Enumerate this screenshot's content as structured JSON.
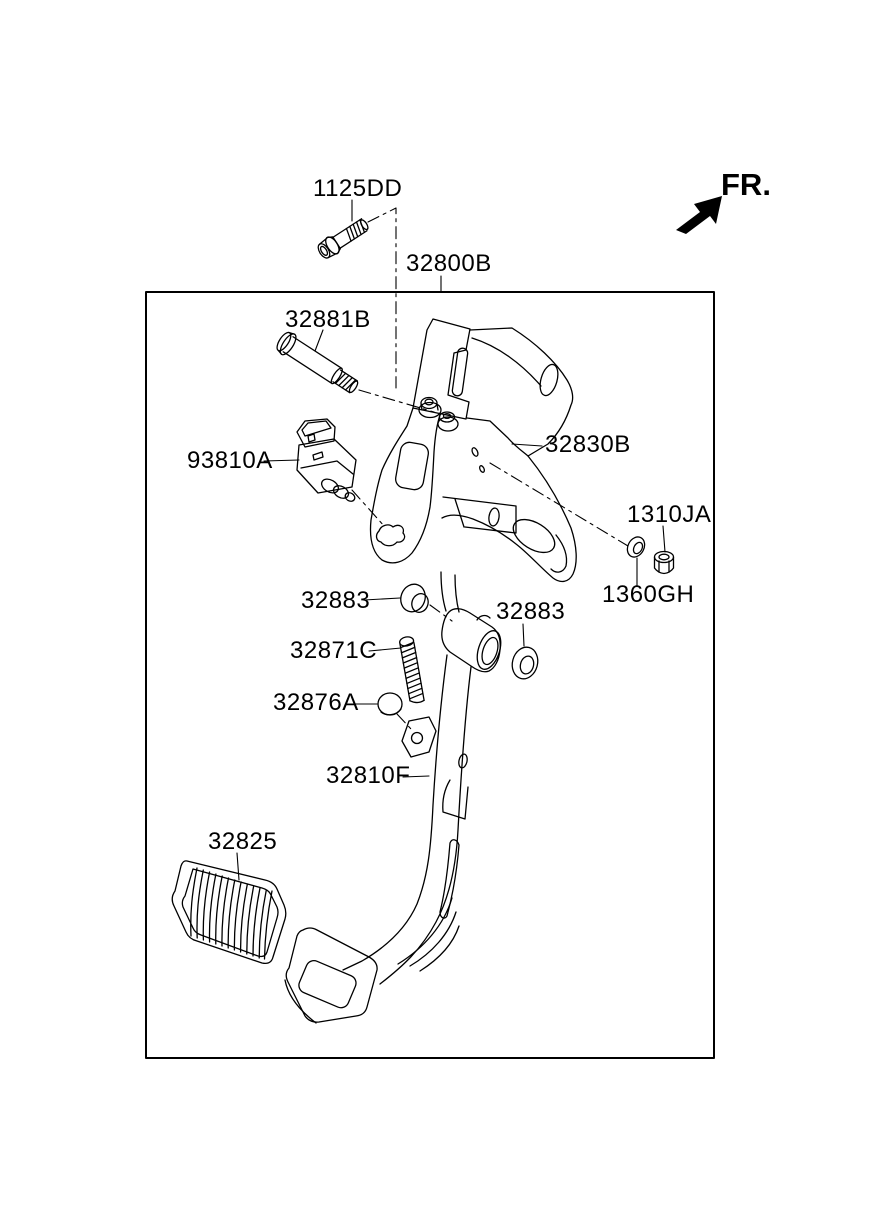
{
  "diagram": {
    "direction_label": "FR.",
    "colors": {
      "line": "#000000",
      "background": "#ffffff"
    },
    "callouts": {
      "bolt_top": "1125DD",
      "assembly": "32800B",
      "pivot_pin": "32881B",
      "switch": "93810A",
      "member_bracket": "32830B",
      "nut": "1310JA",
      "washer": "1360GH",
      "bushing_upper": "32883",
      "bushing_lower": "32883",
      "spring": "32871C",
      "stopper": "32876A",
      "pedal_arm": "32810F",
      "pedal_pad": "32825"
    }
  }
}
